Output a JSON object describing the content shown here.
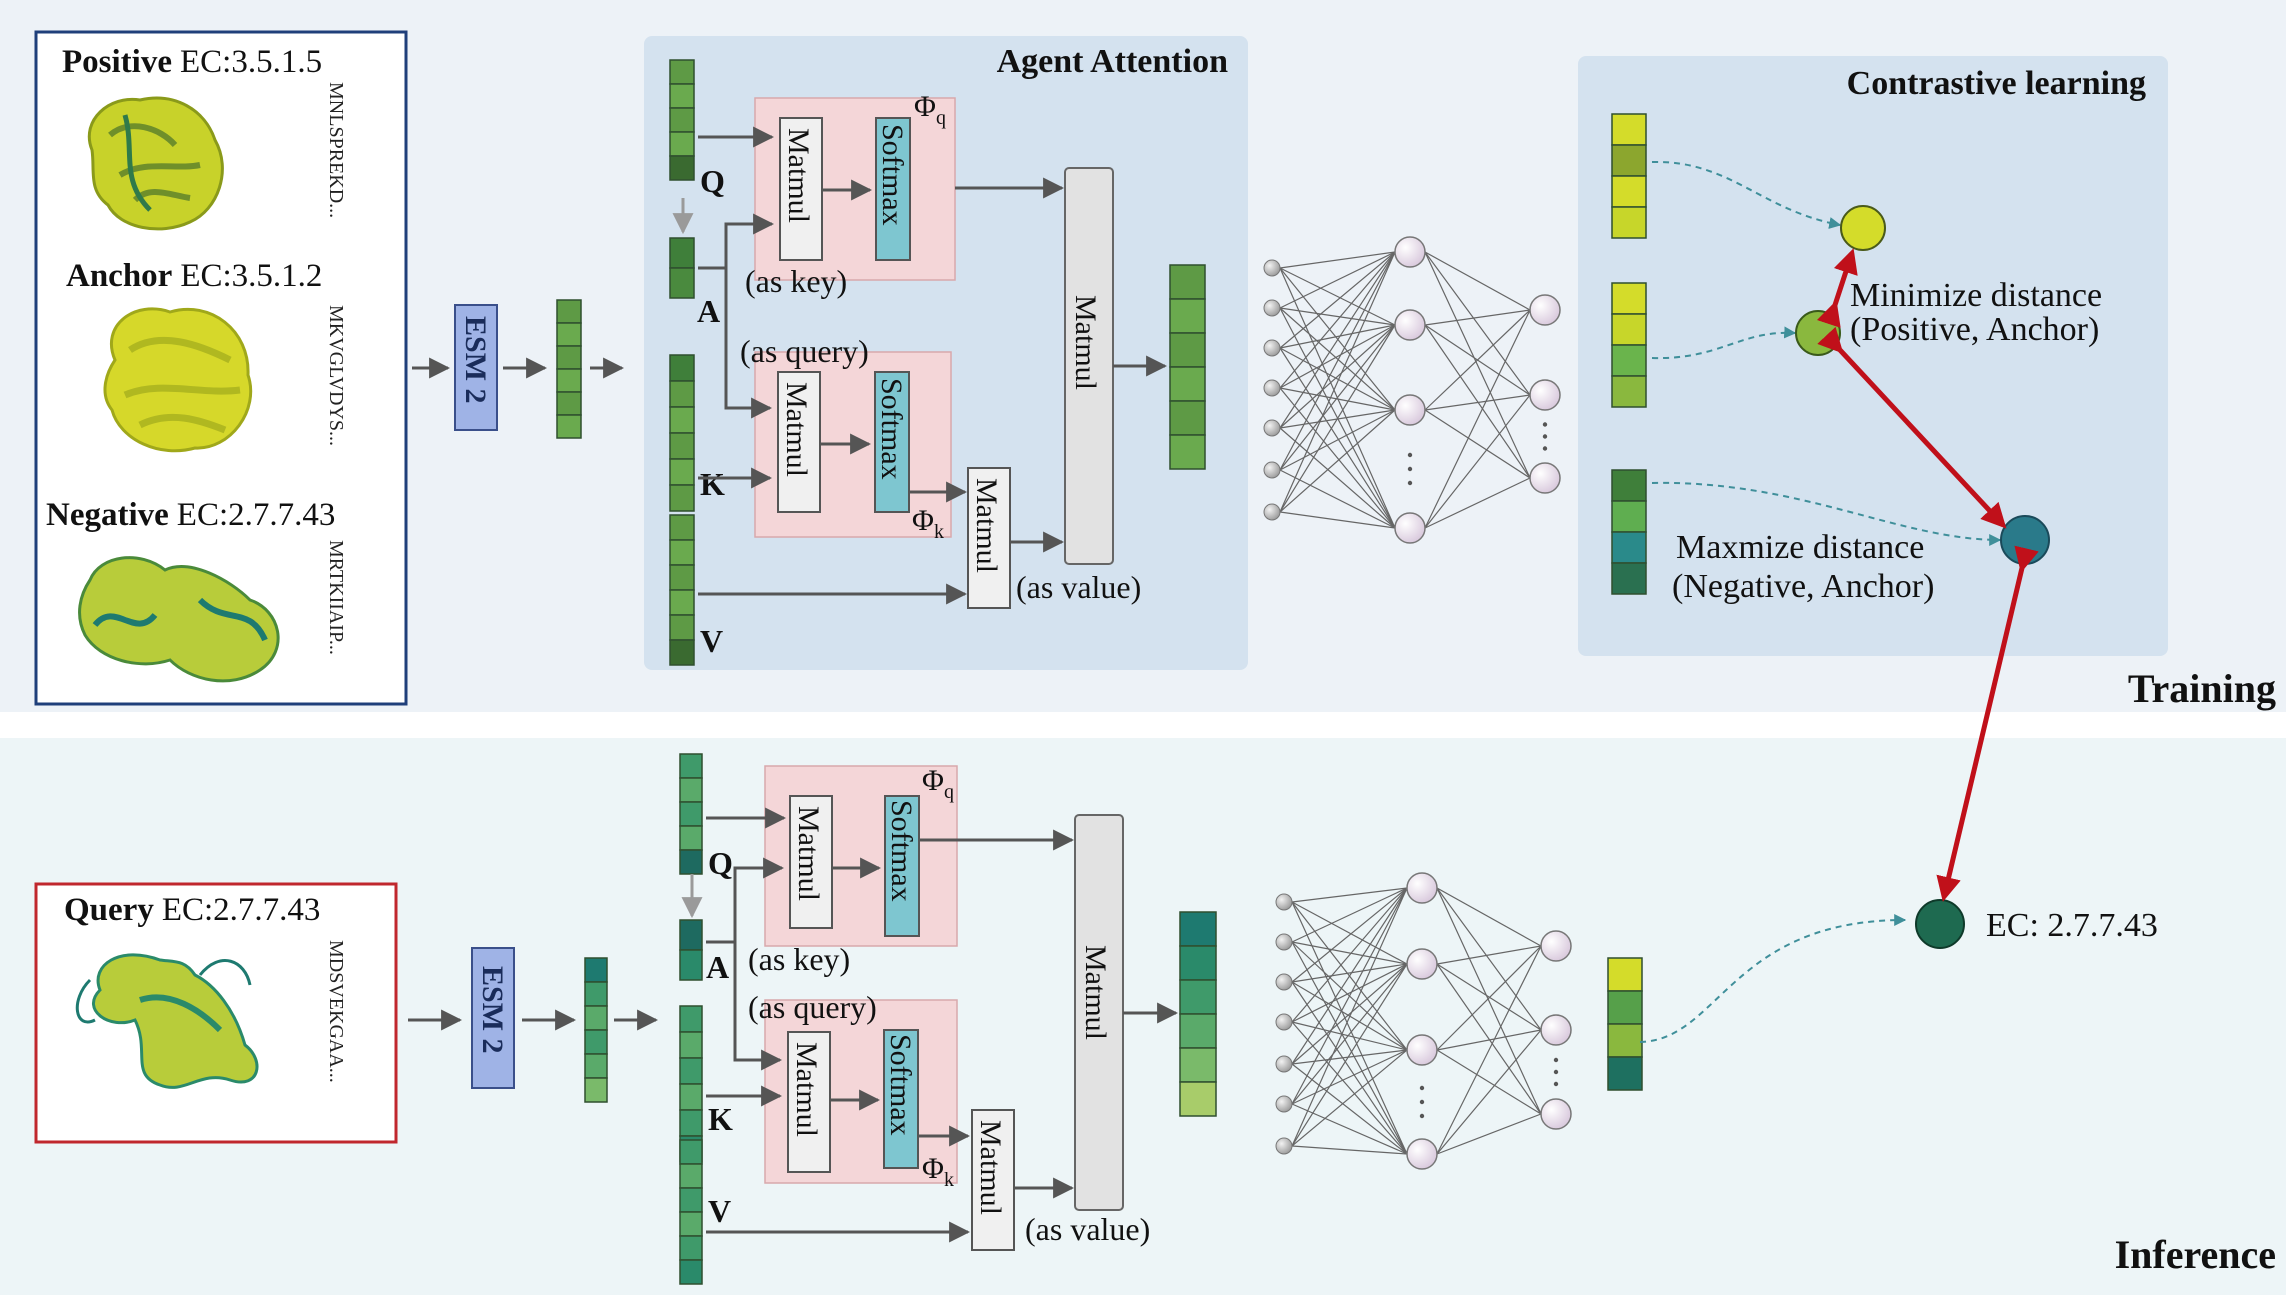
{
  "training": {
    "stage_label": "Training",
    "samples": [
      {
        "role": "Positive",
        "ec": "EC:3.5.1.5",
        "sequence": "MNLSPREKD..."
      },
      {
        "role": "Anchor",
        "ec": "EC:3.5.1.2",
        "sequence": "MKVGLVDYS..."
      },
      {
        "role": "Negative",
        "ec": "EC:2.7.7.43",
        "sequence": "MRTKIIAIP..."
      }
    ],
    "esm_label": "ESM 2",
    "attention": {
      "title": "Agent Attention",
      "q_label": "Q",
      "a_label": "A",
      "k_label": "K",
      "v_label": "V",
      "matmul_label": "Matmul",
      "softmax_label": "Softmax",
      "phi_q": "Φ",
      "phi_q_sub": "q",
      "phi_k": "Φ",
      "phi_k_sub": "k",
      "as_key": "(as key)",
      "as_query": "(as query)",
      "as_value": "(as value)"
    },
    "contrastive": {
      "title": "Contrastive learning",
      "minimize_line1": "Minimize distance",
      "minimize_line2": "(Positive, Anchor)",
      "maximize_line1": "Maxmize distance",
      "maximize_line2": "(Negative, Anchor)"
    }
  },
  "inference": {
    "stage_label": "Inference",
    "query": {
      "role": "Query",
      "ec": "EC:2.7.7.43",
      "sequence": "MDSVEKGAA..."
    },
    "esm_label": "ESM 2",
    "attention": {
      "q_label": "Q",
      "a_label": "A",
      "k_label": "K",
      "v_label": "V",
      "matmul_label": "Matmul",
      "softmax_label": "Softmax",
      "phi_q": "Φ",
      "phi_q_sub": "q",
      "phi_k": "Φ",
      "phi_k_sub": "k",
      "as_key": "(as key)",
      "as_query": "(as query)",
      "as_value": "(as value)"
    },
    "result_label": "EC: 2.7.7.43"
  },
  "colors": {
    "training_bg": "#edf2f7",
    "inference_bg": "#edf5f7",
    "attention_panel": "#d4e2ef",
    "contrastive_panel": "#d4e2ef",
    "pink_box": "#f4d6d8",
    "softmax_fill": "#7ec6d0",
    "esm_fill": "#9fb3e6",
    "matmul_gray": "#e2e2e2",
    "train_frame": "#1f3f7a",
    "query_frame": "#c0272d",
    "red_arrow": "#c0101a",
    "dashed_arrow": "#3f8f9a"
  },
  "vectors": {
    "esm_output": [
      "#5e9a45",
      "#6aaa4e",
      "#5e9a45",
      "#6aaa4e",
      "#5e9a45",
      "#6aaa4e"
    ],
    "positive_embedding": [
      "#d4dc2a",
      "#8ca62e",
      "#d4dc2a",
      "#c7d62a"
    ],
    "anchor_embedding": [
      "#d4dc2a",
      "#c7d62a",
      "#6ab44c",
      "#8ab83e"
    ],
    "negative_embedding": [
      "#3f7f3a",
      "#5fae50",
      "#2a8a8a",
      "#2a7050"
    ],
    "query_embedding": [
      "#d4dc2a",
      "#56a04a",
      "#8ab83e",
      "#1e7060"
    ]
  }
}
